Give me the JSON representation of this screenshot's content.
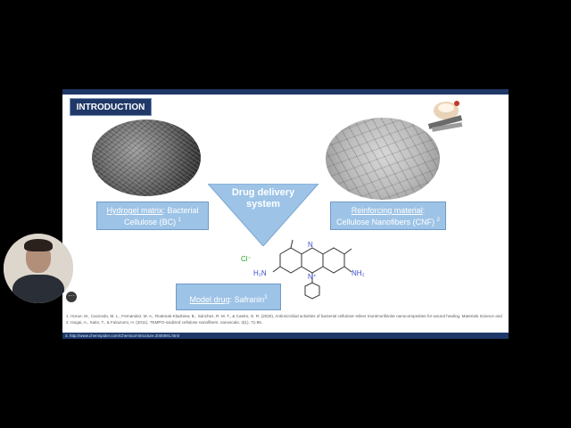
{
  "slide": {
    "section_title": "INTRODUCTION",
    "center_title": "Drug delivery system",
    "hydrogel": {
      "label_underlined": "Hydrogel matrix",
      "label_rest": ": Bacterial Cellulose (BC)",
      "sup": "1"
    },
    "reinforcing": {
      "label_underlined": "Reinforcing material",
      "label_rest": ":",
      "line2": "Cellulose Nanofibers (CNF)",
      "sup": "2"
    },
    "model_drug": {
      "label_underlined": "Model drug",
      "label_rest": ": Safranin",
      "sup": "3"
    },
    "molecule": {
      "anion": "Cl⁻",
      "n_top": "N",
      "n_plus": "N⁺",
      "nh2_left": "H₂N",
      "nh2_right": "NH₂"
    },
    "references": [
      "1. Horue, M., Cacicedo, M. L., Fernandez, M. A., Rodenak-Kladniew, B., Sánchez, R. M. T., & Castro, G. R. (2020). Antimicrobial activities of bacterial cellulose–Silver montmorillonite nanocomposites for wound healing. Materials Science and Engineering: C, 111152.",
      "2. Isogai, A., Saito, T., & Fukuzumi, H. (2011). TEMPO-oxidized cellulose nanofibers. nanoscale, 3(1), 71-85.",
      "3. http://www.chemspider.com/Chemical-Structure.2005991.html"
    ]
  },
  "colors": {
    "slide_bar": "#1f3868",
    "label_fill": "#9dc3e6",
    "triangle_fill": "#9dc3e6",
    "anion_color": "#2aa12a",
    "nitrogen_color": "#3b4ccf"
  },
  "icons": {
    "corner_decoration": "cosmetics-decoration-icon",
    "webcam_more": "more-options-icon"
  }
}
